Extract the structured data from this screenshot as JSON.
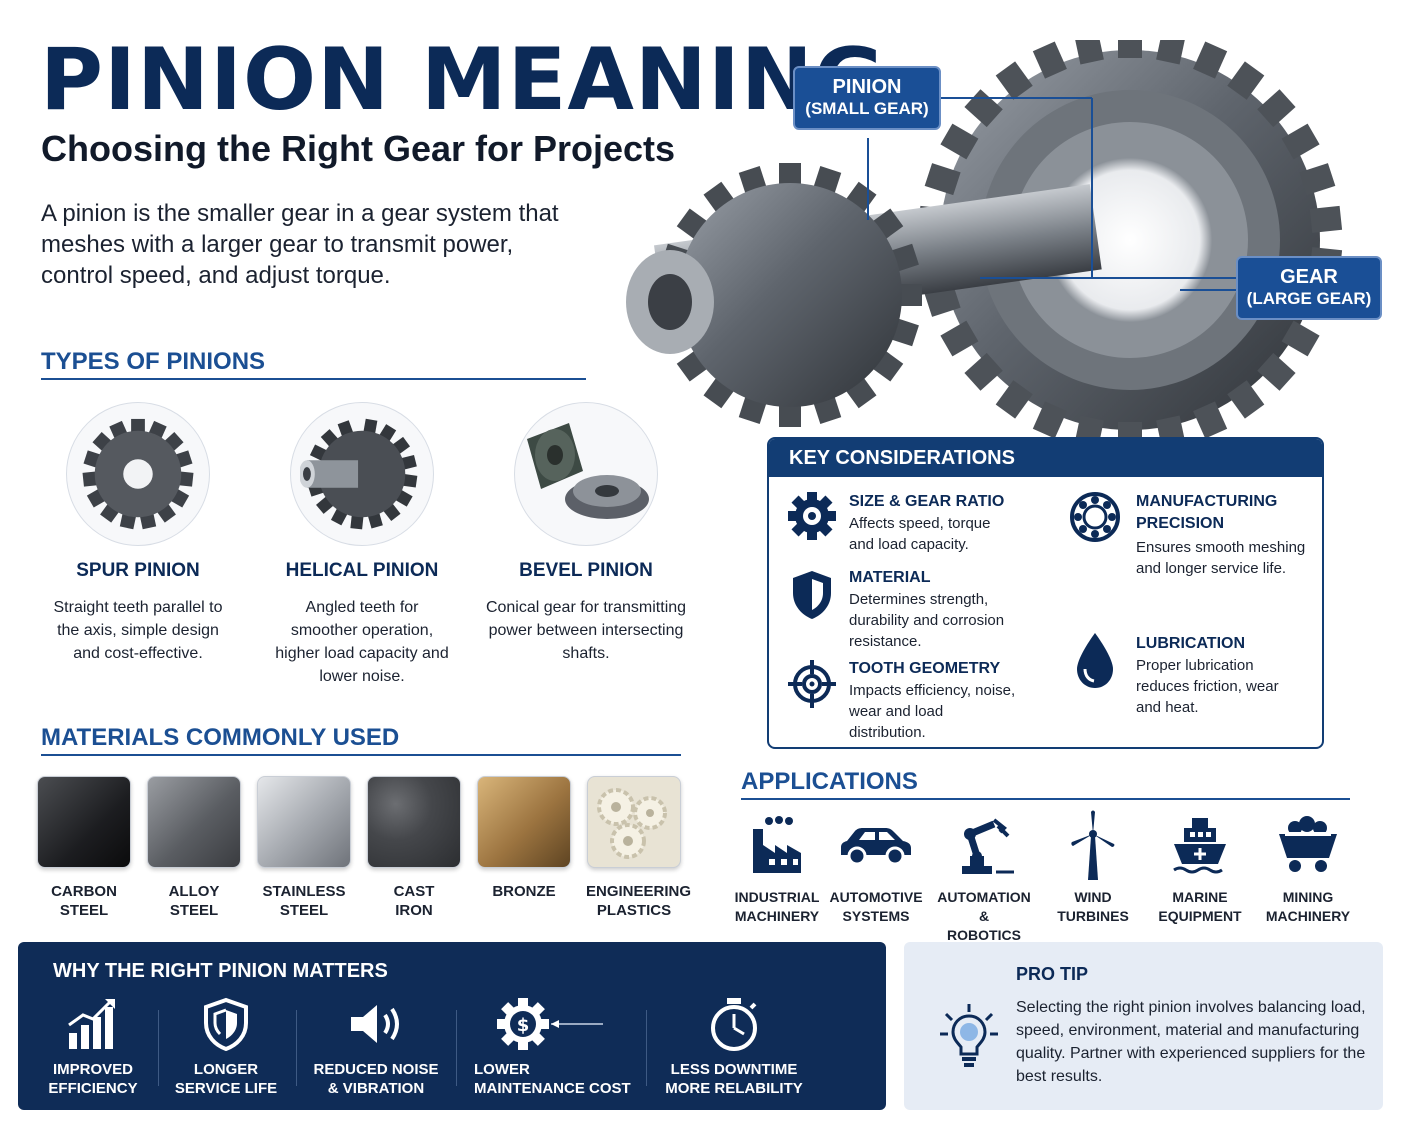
{
  "header": {
    "title": "PINION MEANING",
    "subtitle": "Choosing the Right Gear for Projects",
    "intro": "A pinion is the smaller gear in a gear system that meshes with a larger gear to transmit power, control speed, and adjust torque."
  },
  "callouts": {
    "pinion_label": "PINION",
    "pinion_sub": "(SMALL GEAR)",
    "gear_label": "GEAR",
    "gear_sub": "(LARGE GEAR)"
  },
  "types": {
    "heading": "TYPES OF PINIONS",
    "items": [
      {
        "name": "SPUR PINION",
        "desc": "Straight teeth parallel to the axis, simple design and cost-effective."
      },
      {
        "name": "HELICAL PINION",
        "desc": "Angled teeth for smoother operation, higher load capacity and lower noise."
      },
      {
        "name": "BEVEL PINION",
        "desc": "Conical gear for transmitting power between intersecting shafts."
      }
    ]
  },
  "materials": {
    "heading": "MATERIALS COMMONLY USED",
    "items": [
      {
        "line1": "CARBON",
        "line2": "STEEL"
      },
      {
        "line1": "ALLOY",
        "line2": "STEEL"
      },
      {
        "line1": "STAINLESS",
        "line2": "STEEL"
      },
      {
        "line1": "CAST",
        "line2": "IRON"
      },
      {
        "line1": "BRONZE",
        "line2": ""
      },
      {
        "line1": "ENGINEERING",
        "line2": "PLASTICS"
      }
    ]
  },
  "considerations": {
    "heading": "KEY CONSIDERATIONS",
    "items": [
      {
        "title": "SIZE & GEAR RATIO",
        "title2": "",
        "desc": "Affects speed, torque and load capacity."
      },
      {
        "title": "MATERIAL",
        "title2": "",
        "desc": "Determines strength, durability and corrosion resistance."
      },
      {
        "title": "TOOTH GEOMETRY",
        "title2": "",
        "desc": "Impacts efficiency, noise, wear and load distribution."
      },
      {
        "title": "MANUFACTURING",
        "title2": "PRECISION",
        "desc": "Ensures smooth meshing and longer service life."
      },
      {
        "title": "LUBRICATION",
        "title2": "",
        "desc": "Proper lubrication reduces friction, wear and heat."
      }
    ]
  },
  "applications": {
    "heading": "APPLICATIONS",
    "items": [
      {
        "line1": "INDUSTRIAL",
        "line2": "MACHINERY"
      },
      {
        "line1": "AUTOMOTIVE",
        "line2": "SYSTEMS"
      },
      {
        "line1": "AUTOMATION &",
        "line2": "ROBOTICS"
      },
      {
        "line1": "WIND",
        "line2": "TURBINES"
      },
      {
        "line1": "MARINE",
        "line2": "EQUIPMENT"
      },
      {
        "line1": "MINING",
        "line2": "MACHINERY"
      }
    ]
  },
  "why": {
    "heading": "WHY THE RIGHT PINION MATTERS",
    "items": [
      {
        "line1": "IMPROVED",
        "line2": "EFFICIENCY"
      },
      {
        "line1": "LONGER",
        "line2": "SERVICE LIFE"
      },
      {
        "line1": "REDUCED NOISE",
        "line2": "& VIBRATION"
      },
      {
        "line1": "LOWER",
        "line2": "MAINTENANCE COST"
      },
      {
        "line1": "LESS DOWNTIME",
        "line2": "MORE RELABILITY"
      }
    ]
  },
  "tip": {
    "heading": "PRO TIP",
    "text": "Selecting the right pinion involves balancing load, speed, environment, material and manufacturing quality. Partner with experienced suppliers for the best results."
  },
  "colors": {
    "navy": "#0c2a57",
    "accent_blue": "#1b4f93",
    "panel_navy": "#0f2c57",
    "tip_bg": "#e6ecf5"
  }
}
